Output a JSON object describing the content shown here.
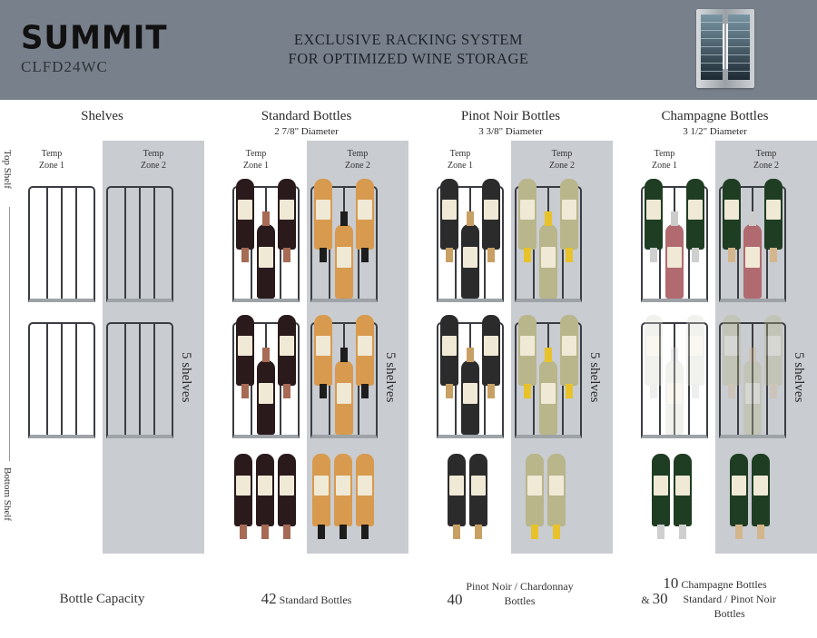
{
  "header": {
    "brand": "SUMMIT",
    "model": "CLFD24WC",
    "headline_line1": "EXCLUSIVE RACKING SYSTEM",
    "headline_line2": "FOR OPTIMIZED WINE STORAGE",
    "product_image": "french-door-wine-cellar-icon"
  },
  "side_labels": {
    "top": "Top Shelf",
    "bottom": "Bottom Shelf"
  },
  "zones": {
    "zone1": "Temp\nZone 1",
    "zone2": "Temp\nZone 2"
  },
  "shelf_count_label": "5 shelves",
  "sections": [
    {
      "title": "Shelves",
      "subtitle": "",
      "capacity_num": "",
      "capacity_text": "Bottle Capacity"
    },
    {
      "title": "Standard Bottles",
      "subtitle": "2 7/8\" Diameter",
      "capacity_num": "42",
      "capacity_text": "Standard Bottles"
    },
    {
      "title": "Pinot Noir Bottles",
      "subtitle": "3 3/8\" Diameter",
      "capacity_num": "40",
      "capacity_text": "Pinot Noir / Chardonnay Bottles"
    },
    {
      "title": "Champagne Bottles",
      "subtitle": "3 1/2\" Diameter",
      "capacity_num": "10",
      "capacity_text": "Champagne Bottles",
      "capacity_num2": "30",
      "capacity_text2": "Standard / Pinot Noir Bottles",
      "amp": "&"
    }
  ],
  "colors": {
    "header_bg": "#78808b",
    "zone2_bg": "#c9ccd1",
    "red_wine": "#2a1a1c",
    "white_wine": "#d89a4e",
    "pinot": "#2c2b2c",
    "chardonnay": "#b8b68a",
    "champagne": "#1e3d22",
    "rose": "#b06a70"
  }
}
